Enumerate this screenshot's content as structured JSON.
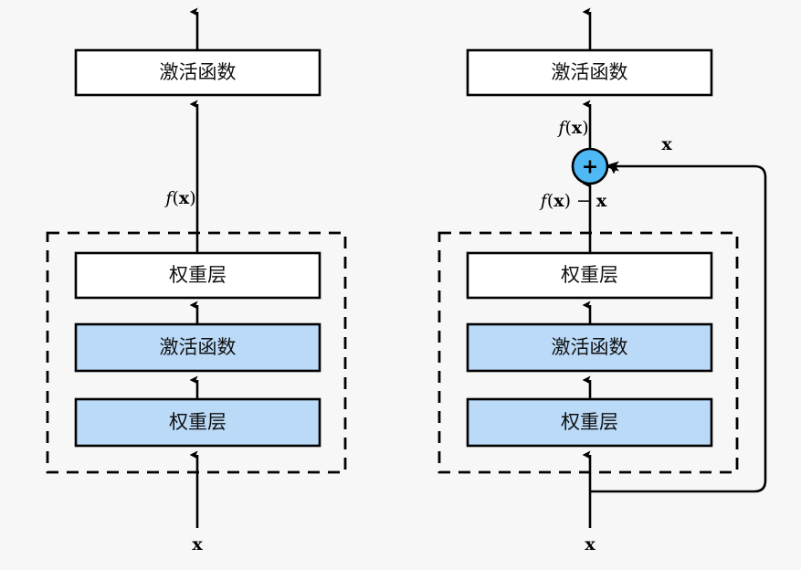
{
  "figure": {
    "background_color": "#f7f7f7",
    "stroke_color": "#000000",
    "box_fill_white": "#ffffff",
    "box_fill_blue": "#badaf8",
    "sum_node_fill": "#4fb9f5"
  },
  "panels": [
    {
      "id": "plain-block",
      "boxes": {
        "top_activation": "激活函数",
        "inner_weight_top": "权重层",
        "inner_activation": "激活函数",
        "inner_weight_bottom": "权重层"
      },
      "labels": {
        "output_signal_f": "f",
        "output_signal_arg_open": "(",
        "output_signal_x": "x",
        "output_signal_arg_close": ")",
        "input_x": "x"
      }
    },
    {
      "id": "residual-block",
      "boxes": {
        "top_activation": "激活函数",
        "inner_weight_top": "权重层",
        "inner_activation": "激活函数",
        "inner_weight_bottom": "权重层"
      },
      "labels": {
        "sum_output_f": "f",
        "sum_output_arg_open": "(",
        "sum_output_x": "x",
        "sum_output_arg_close": ")",
        "residual_f": "f",
        "residual_arg_open": "(",
        "residual_x": "x",
        "residual_arg_close": ")",
        "residual_minus": "−",
        "residual_minus_x": "x",
        "skip_label_x": "x",
        "input_x": "x",
        "sum_node_glyph": "+"
      }
    }
  ]
}
